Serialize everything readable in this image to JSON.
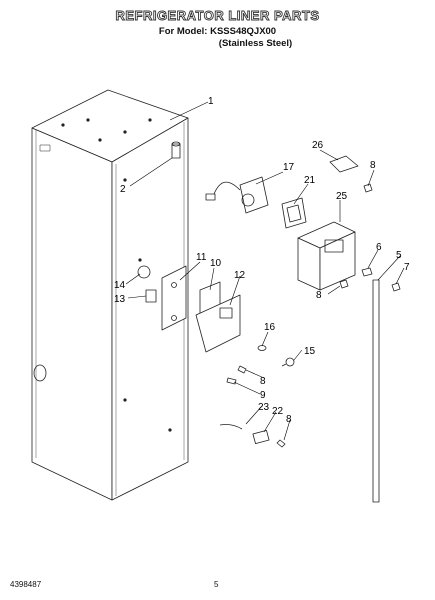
{
  "header": {
    "title": "REFRIGERATOR LINER PARTS",
    "model_line": "For Model: KSSS48QJX00",
    "finish": "(Stainless Steel)"
  },
  "footer": {
    "doc_number": "4398487",
    "page_number": "5"
  },
  "callouts": {
    "c1": "1",
    "c2": "2",
    "c5": "5",
    "c6": "6",
    "c7": "7",
    "c8a": "8",
    "c8b": "8",
    "c8c": "8",
    "c8d": "8",
    "c9": "9",
    "c10": "10",
    "c11": "11",
    "c12": "12",
    "c13": "13",
    "c14": "14",
    "c15": "15",
    "c16": "16",
    "c17": "17",
    "c21": "21",
    "c22": "22",
    "c23": "23",
    "c25": "25",
    "c26": "26"
  }
}
